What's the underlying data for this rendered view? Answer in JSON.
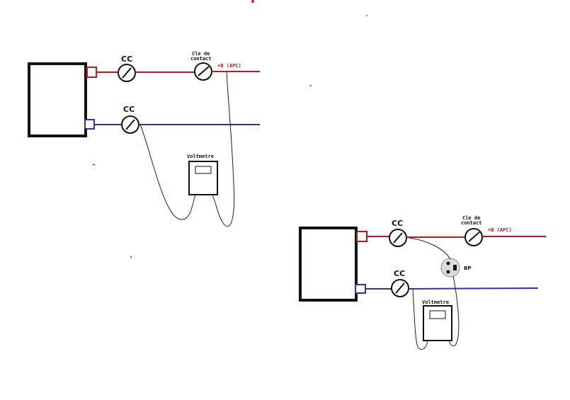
{
  "colors": {
    "positive_wire": "#c4161c",
    "negative_wire": "#2b35a0",
    "outline": "#111111",
    "probe_wire": "#4a1010",
    "bp_fill": "#dcdcdc"
  },
  "diagram1": {
    "fuse_top_label": "CC",
    "fuse_bottom_label": "CC",
    "switch_label_line1": "Cle de",
    "switch_label_line2": "contact",
    "plus_label": "+B (APC)",
    "voltmeter_label": "Voltmetre"
  },
  "diagram2": {
    "fuse_top_label": "CC",
    "fuse_bottom_label": "CC",
    "switch_label_line1": "Cle de",
    "switch_label_line2": "contact",
    "plus_label": "+B (APC)",
    "voltmeter_label": "Voltmetre",
    "bp_label": "BP"
  }
}
